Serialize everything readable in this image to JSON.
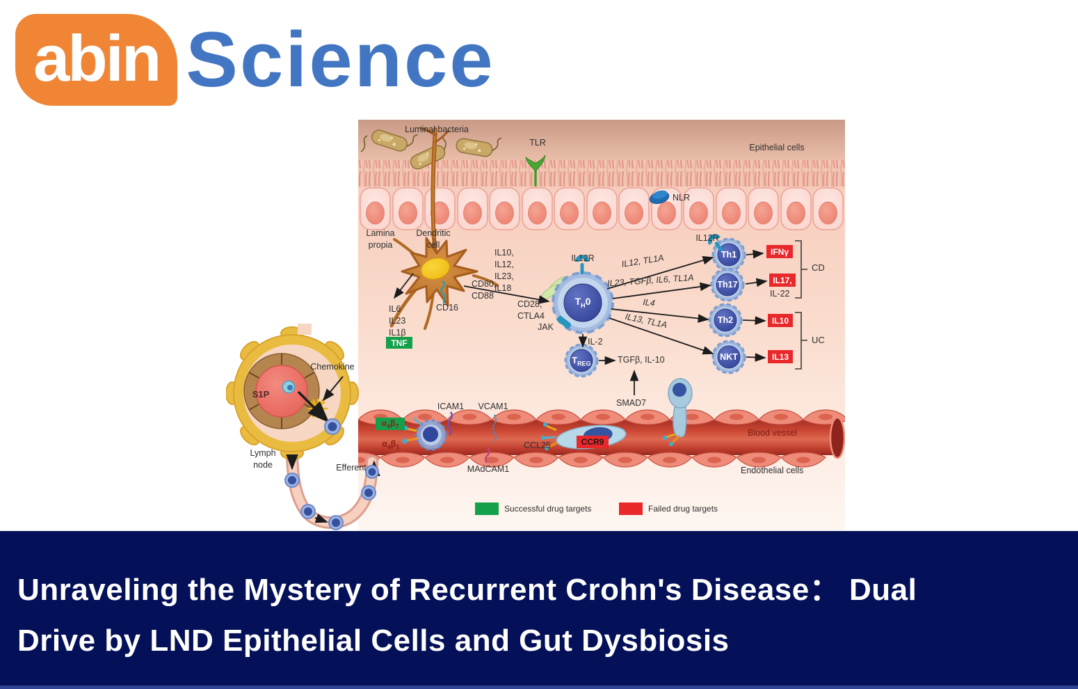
{
  "logo": {
    "abin": "abin",
    "science": "Science"
  },
  "banner": {
    "line1": "Unraveling the Mystery of Recurrent Crohn's Disease： Dual",
    "line2": "Drive by LND Epithelial Cells and Gut Dysbiosis"
  },
  "colors": {
    "banner_bg": "#041058",
    "logo_orange": "#ef8535",
    "logo_blue": "#4376c2",
    "successful_target_green": "#14a04b",
    "failed_target_red": "#e8282b"
  },
  "diagram": {
    "labels": {
      "luminal_bacteria": "Luminal bacteria",
      "tlr": "TLR",
      "epithelial_cells": "Epithelial cells",
      "nlr": "NLR",
      "lamina1": "Lamina",
      "lamina2": "propia",
      "dendritic1": "Dendritic",
      "dendritic2": "cell",
      "cd16": "CD16",
      "il6": "IL6",
      "il23": "IL23",
      "il1b": "IL1β",
      "tnf": "TNF",
      "dc_ck1": "IL10,",
      "dc_ck2": "IL12,",
      "dc_ck3": "IL23,",
      "dc_ck4": "IL18",
      "cd80": "CD80,",
      "cd88": "CD88",
      "cd28": "CD28,",
      "ctla4": "CTLA4",
      "jak": "JAK",
      "il12r_th0": "IL12R",
      "il12r_th1": "IL12R",
      "arrow_th1": "IL12, TL1A",
      "arrow_th17": "IL23, TGFβ, IL6, TL1A",
      "arrow_th2": "IL4",
      "arrow_nkt": "IL13, TL1A",
      "il2": "IL-2",
      "tgfb_il10": "TGFβ, IL-10",
      "smad7": "SMAD7",
      "ifng": "IFNγ",
      "il17": "IL17,",
      "il22": "IL-22",
      "il10_box": "IL10",
      "il13_box": "IL13",
      "cd": "CD",
      "uc": "UC",
      "icam1": "ICAM1",
      "vcam1": "VCAM1",
      "madcam1": "MAdCAM1",
      "ccl25": "CCL25",
      "ccr9": "CCR9",
      "blood_vessel": "Blood vessel",
      "endothelial_cells": "Endothelial cells"
    },
    "cells": {
      "th0": {
        "base": "T",
        "sub": "H",
        "end": "0"
      },
      "th1": "Th1",
      "th17": "Th17",
      "th2": "Th2",
      "nkt": "NKT",
      "treg": {
        "base": "T",
        "sub": "REG"
      }
    },
    "receptors": {
      "a4b7": {
        "b1": "α",
        "s1": "4",
        "b2": "β",
        "s2": "7"
      },
      "a4b1": {
        "b1": "α",
        "s1": "4",
        "b2": "β",
        "s2": "1"
      }
    },
    "legend": {
      "successful": "Successful drug targets",
      "failed": "Failed drug targets"
    }
  },
  "lymph": {
    "s1p": "S1P",
    "chemokine": "Chemokine",
    "lymph_node1": "Lymph",
    "lymph_node2": "node",
    "efferent": "Efferent"
  }
}
